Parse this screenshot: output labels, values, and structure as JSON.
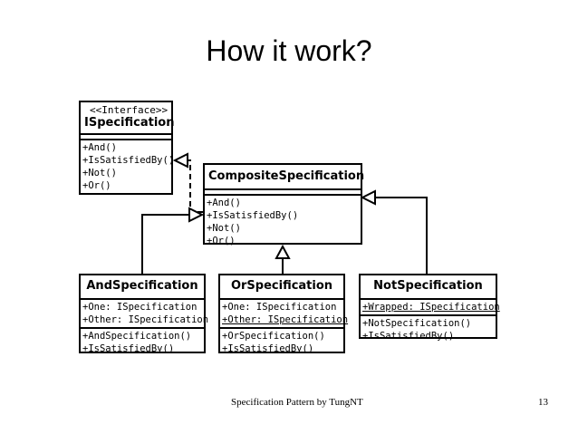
{
  "slide": {
    "title": "How it work?",
    "footer": "Specification Pattern by TungNT",
    "page_number": "13"
  },
  "classes": {
    "ispec": {
      "stereotype": "<<Interface>>",
      "name": "ISpecification",
      "methods": [
        "+And()",
        "+IsSatisfiedBy()",
        "+Not()",
        "+Or()"
      ]
    },
    "composite": {
      "name": "CompositeSpecification",
      "methods": [
        "+And()",
        "+IsSatisfiedBy()",
        "+Not()",
        "+Or()"
      ]
    },
    "and": {
      "name": "AndSpecification",
      "attributes": [
        "+One: ISpecification",
        "+Other: ISpecification"
      ],
      "methods": [
        "+AndSpecification()",
        "+IsSatisfiedBy()"
      ]
    },
    "or": {
      "name": "OrSpecification",
      "attributes": [
        "+One: ISpecification",
        "+Other: ISpecification"
      ],
      "methods": [
        "+OrSpecification()",
        "+IsSatisfiedBy()"
      ]
    },
    "not": {
      "name": "NotSpecification",
      "attributes": [
        "+Wrapped: ISpecification"
      ],
      "methods": [
        "+NotSpecification()",
        "+IsSatisfiedBy()"
      ]
    }
  }
}
